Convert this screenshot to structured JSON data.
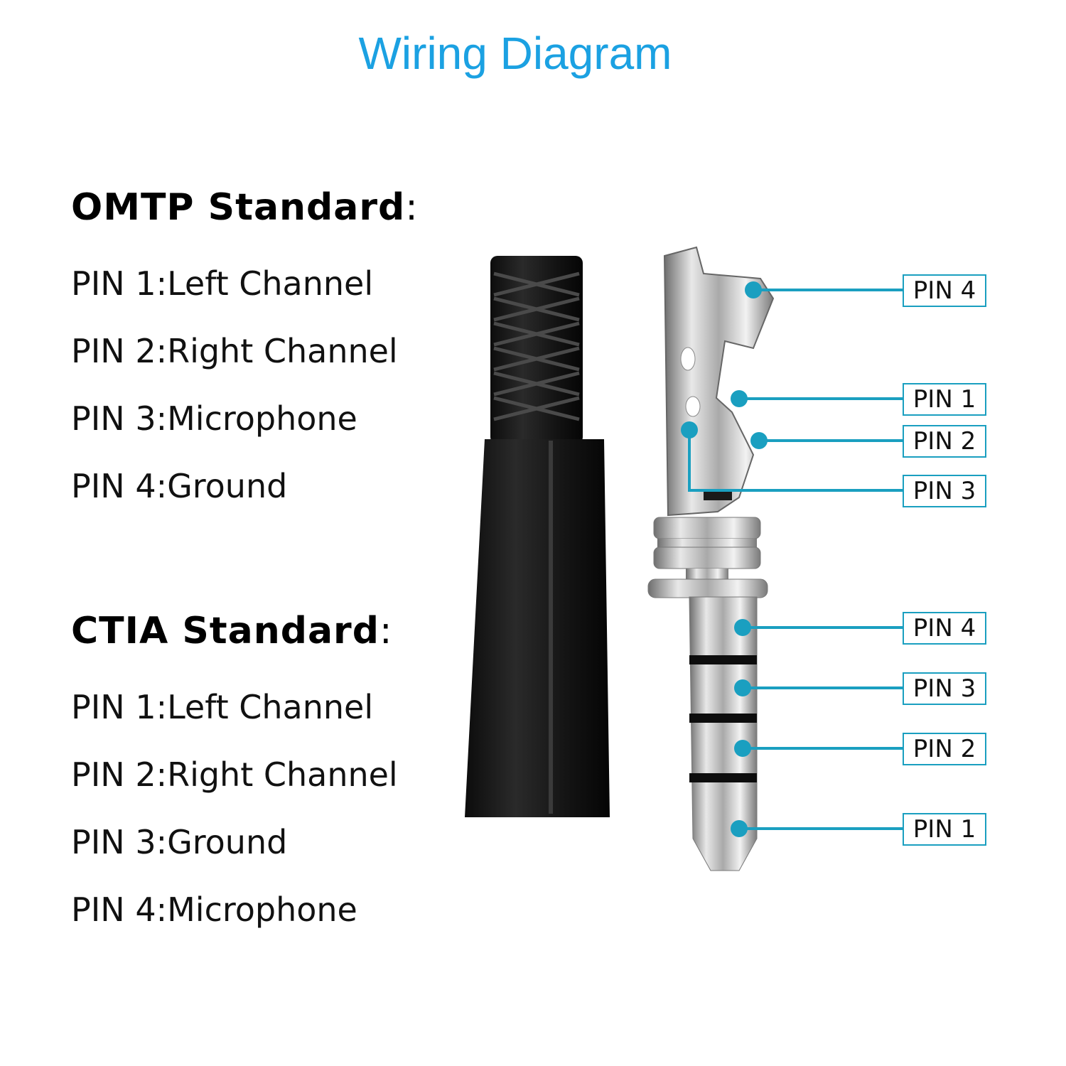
{
  "title": "Wiring Diagram",
  "colors": {
    "title": "#1ba1e2",
    "leader": "#1a9fc0"
  },
  "omtp": {
    "heading": "OMTP Standard",
    "colon": ":",
    "pins": [
      "PIN 1:Left Channel",
      "PIN 2:Right Channel",
      "PIN 3:Microphone",
      "PIN 4:Ground"
    ]
  },
  "ctia": {
    "heading": "CTIA Standard",
    "colon": ":",
    "pins": [
      "PIN 1:Left Channel",
      "PIN 2:Right Channel",
      "PIN 3:Ground",
      "PIN 4:Microphone"
    ]
  },
  "jack_labels": [
    "PIN 4",
    "PIN 1",
    "PIN 2",
    "PIN 3"
  ],
  "plug_labels": [
    "PIN 4",
    "PIN 3",
    "PIN 2",
    "PIN 1"
  ]
}
